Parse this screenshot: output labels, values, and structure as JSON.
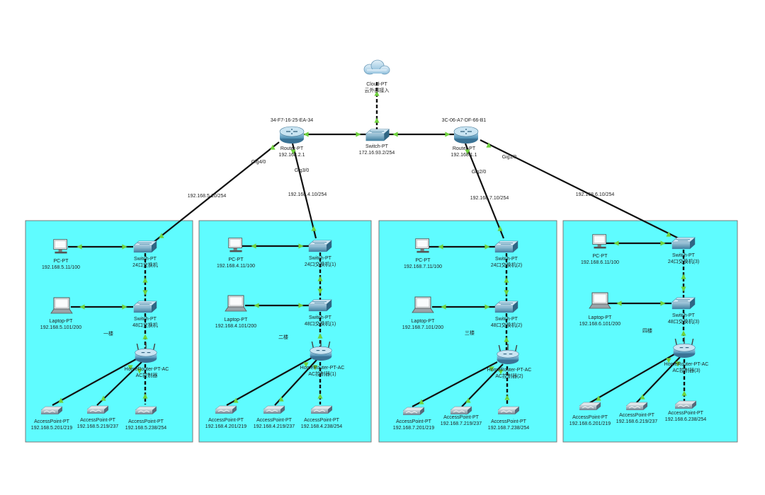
{
  "core": {
    "cloud": {
      "name": "Cloud-PT",
      "sub": "云外部接入"
    },
    "core_switch": {
      "name": "Switch-PT",
      "ip": "172.16.93.2/254"
    },
    "router_left": {
      "mac": "34-F7-16-25-EA-34",
      "name": "Router-PT",
      "ip": "192.168.2.1"
    },
    "router_right": {
      "mac": "3C-06-A7-DF-66-B1",
      "name": "Router-PT",
      "ip": "192.168.1.1"
    }
  },
  "links": [
    {
      "port": "Gig4/0",
      "net": "192.168.5.10/254"
    },
    {
      "port": "Gig3/0",
      "net": "192.168.4.10/254"
    },
    {
      "port": "Gig2/0",
      "net": "192.168.7.10/254"
    },
    {
      "port": "Gig1/0",
      "net": "192.168.6.10/254"
    }
  ],
  "buildings": [
    {
      "pc": {
        "name": "PC-PT",
        "ip": "192.168.5.11/100"
      },
      "sw24": {
        "name": "Switch-PT",
        "sub": "24口交换机"
      },
      "laptop": {
        "name": "Laptop-PT",
        "ip": "192.168.5.101/200"
      },
      "sw48": {
        "name": "Switch-PT",
        "sub": "48口交换机"
      },
      "floor": "一楼",
      "router": {
        "name": "HomeRouter-PT-AC",
        "sub": "AC控制器"
      },
      "aps": [
        {
          "name": "AccessPoint-PT",
          "ip": "192.168.5.201/219"
        },
        {
          "name": "AccessPoint-PT",
          "ip": "192.168.5.219/237"
        },
        {
          "name": "AccessPoint-PT",
          "ip": "192.168.5.238/254"
        }
      ]
    },
    {
      "pc": {
        "name": "PC-PT",
        "ip": "192.168.4.11/100"
      },
      "sw24": {
        "name": "Switch-PT",
        "sub": "24口交换机(1)"
      },
      "laptop": {
        "name": "Laptop-PT",
        "ip": "192.168.4.101/200"
      },
      "sw48": {
        "name": "Switch-PT",
        "sub": "48口交换机(1)"
      },
      "floor": "二楼",
      "router": {
        "name": "HomeRouter-PT-AC",
        "sub": "AC控制器(1)"
      },
      "aps": [
        {
          "name": "AccessPoint-PT",
          "ip": "192.168.4.201/219"
        },
        {
          "name": "AccessPoint-PT",
          "ip": "192.168.4.219/237"
        },
        {
          "name": "AccessPoint-PT",
          "ip": "192.168.4.238/254"
        }
      ]
    },
    {
      "pc": {
        "name": "PC-PT",
        "ip": "192.168.7.11/100"
      },
      "sw24": {
        "name": "Switch-PT",
        "sub": "24口交换机(2)"
      },
      "laptop": {
        "name": "Laptop-PT",
        "ip": "192.168.7.101/200"
      },
      "sw48": {
        "name": "Switch-PT",
        "sub": "48口交换机(2)"
      },
      "floor": "三楼",
      "router": {
        "name": "HomeRouter-PT-AC",
        "sub": "AC控制器(2)"
      },
      "aps": [
        {
          "name": "AccessPoint-PT",
          "ip": "192.168.7.201/219"
        },
        {
          "name": "AccessPoint-PT",
          "ip": "192.168.7.219/237"
        },
        {
          "name": "AccessPoint-PT",
          "ip": "192.168.7.238/254"
        }
      ]
    },
    {
      "pc": {
        "name": "PC-PT",
        "ip": "192.168.6.11/100"
      },
      "sw24": {
        "name": "Switch-PT",
        "sub": "24口交换机(3)"
      },
      "laptop": {
        "name": "Laptop-PT",
        "ip": "192.168.6.101/200"
      },
      "sw48": {
        "name": "Switch-PT",
        "sub": "48口交换机(3)"
      },
      "floor": "四楼",
      "router": {
        "name": "HomeRouter-PT-AC",
        "sub": "AC控制器(3)"
      },
      "aps": [
        {
          "name": "AccessPoint-PT",
          "ip": "192.168.6.201/219"
        },
        {
          "name": "AccessPoint-PT",
          "ip": "192.168.6.219/237"
        },
        {
          "name": "AccessPoint-PT",
          "ip": "192.168.6.238/254"
        }
      ]
    }
  ],
  "colors": {
    "panel": "#5ffcff",
    "link": "#111111",
    "port_light": "#6fd33d",
    "device": "#3e8fb0"
  },
  "icons": {
    "cloud": "cloud-icon",
    "switch": "switch-icon",
    "router": "router-icon",
    "pc": "pc-icon",
    "laptop": "laptop-icon",
    "wireless_router": "wireless-router-icon",
    "access_point": "access-point-icon"
  }
}
